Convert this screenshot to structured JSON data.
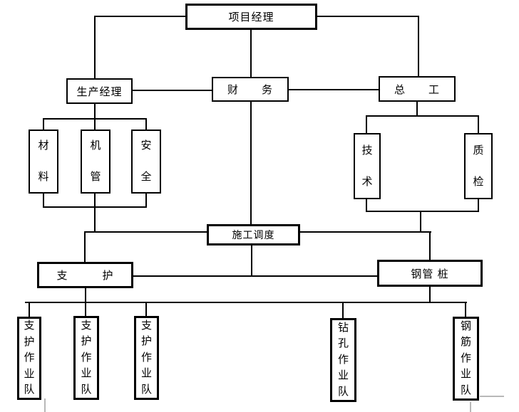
{
  "diagram": {
    "type": "org-chart",
    "language": "zh-CN",
    "colors": {
      "line": "#000000",
      "background": "#ffffff",
      "artifact_gray": "#b8b8b8"
    }
  },
  "nodes": {
    "project_manager": {
      "label": "项目经理"
    },
    "production_manager": {
      "label": "生产经理"
    },
    "finance": {
      "label": "财　　务"
    },
    "chief_engineer": {
      "label": "总　　工"
    },
    "materials": {
      "label": "材料"
    },
    "machinery": {
      "label": "机管"
    },
    "safety": {
      "label": "安全"
    },
    "technology": {
      "label": "技术"
    },
    "quality_inspection": {
      "label": "质检"
    },
    "construction_dispatch": {
      "label": "施工调度"
    },
    "support": {
      "label": "支　　　护"
    },
    "steel_pipe_pile": {
      "label": "钢管 桩"
    },
    "support_team_1": {
      "label": "支护作业队"
    },
    "support_team_2": {
      "label": "支护作业队"
    },
    "support_team_3": {
      "label": "支护作业队"
    },
    "drilling_team": {
      "label": "钻孔作业队"
    },
    "rebar_team": {
      "label": "钢筋作业队"
    }
  },
  "edges": [
    {
      "from": "project_manager",
      "to": "production_manager"
    },
    {
      "from": "project_manager",
      "to": "finance"
    },
    {
      "from": "project_manager",
      "to": "chief_engineer"
    },
    {
      "from": "production_manager",
      "to": "finance"
    },
    {
      "from": "finance",
      "to": "chief_engineer"
    },
    {
      "from": "production_manager",
      "to": "materials"
    },
    {
      "from": "production_manager",
      "to": "machinery"
    },
    {
      "from": "production_manager",
      "to": "safety"
    },
    {
      "from": "chief_engineer",
      "to": "technology"
    },
    {
      "from": "chief_engineer",
      "to": "quality_inspection"
    },
    {
      "from": "finance",
      "to": "construction_dispatch"
    },
    {
      "from": "construction_dispatch",
      "to": "support"
    },
    {
      "from": "construction_dispatch",
      "to": "steel_pipe_pile"
    },
    {
      "from": "support",
      "to": "steel_pipe_pile"
    },
    {
      "from": "support",
      "to": "support_team_1"
    },
    {
      "from": "support",
      "to": "support_team_2"
    },
    {
      "from": "support",
      "to": "support_team_3"
    },
    {
      "from": "steel_pipe_pile",
      "to": "drilling_team"
    },
    {
      "from": "steel_pipe_pile",
      "to": "rebar_team"
    }
  ]
}
